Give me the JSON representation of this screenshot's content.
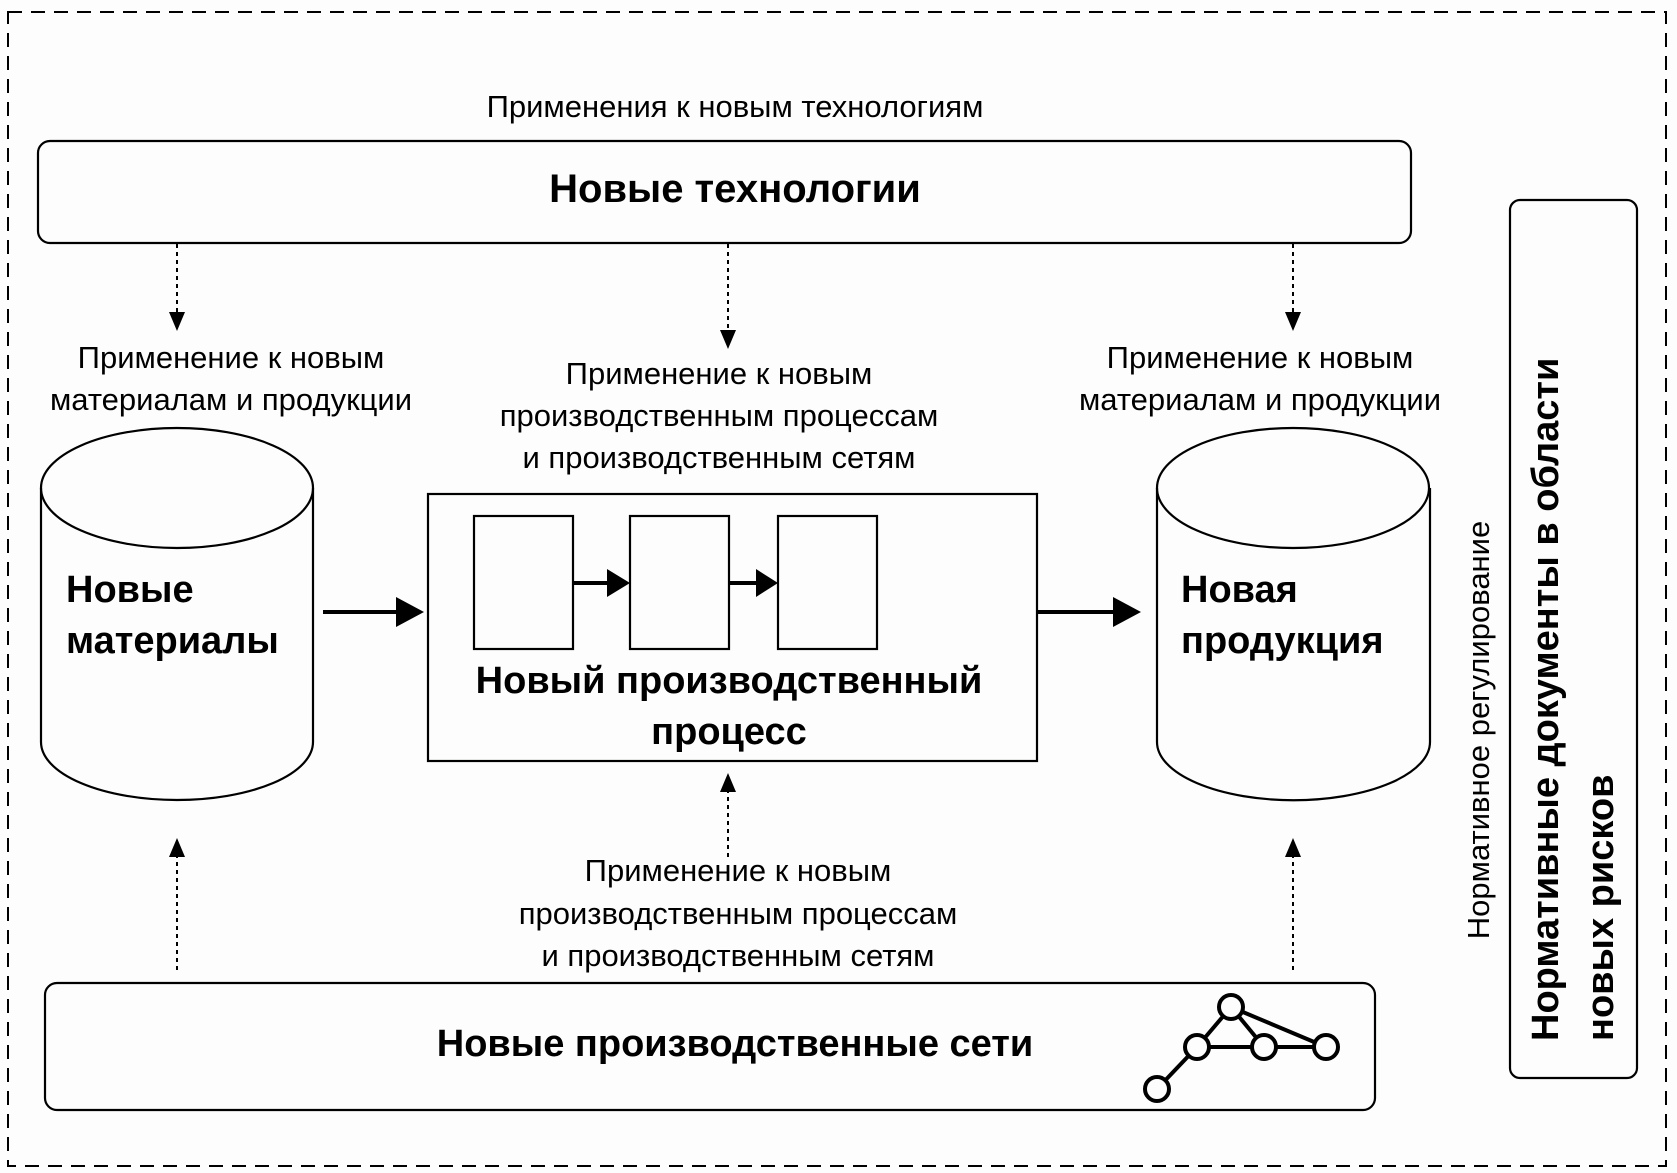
{
  "diagram": {
    "top_label": "Применения к новым технологиям",
    "technologies_box": {
      "title": "Новые технологии"
    },
    "left_label": [
      "Применение к новым",
      "материалам и продукции"
    ],
    "center_top_label": [
      "Применение к новым",
      "производственным процессам",
      "и производственным сетям"
    ],
    "right_label": [
      "Применение к новым",
      "материалам и продукции"
    ],
    "materials": {
      "title": [
        "Новые",
        "материалы"
      ]
    },
    "process": {
      "title": [
        "Новый производственный",
        "процесс"
      ],
      "steps_count": 3
    },
    "product": {
      "title": [
        "Новая",
        "продукция"
      ]
    },
    "center_bottom_label": [
      "Применение к новым",
      "производственным процессам",
      "и производственным сетям"
    ],
    "networks_box": {
      "title": "Новые производственные сети",
      "icon": "network-graph-icon"
    },
    "regulation_label": "Нормативное регулирование",
    "rules_box": {
      "title": [
        "Нормативные документы в области",
        "новых рисков"
      ]
    }
  }
}
